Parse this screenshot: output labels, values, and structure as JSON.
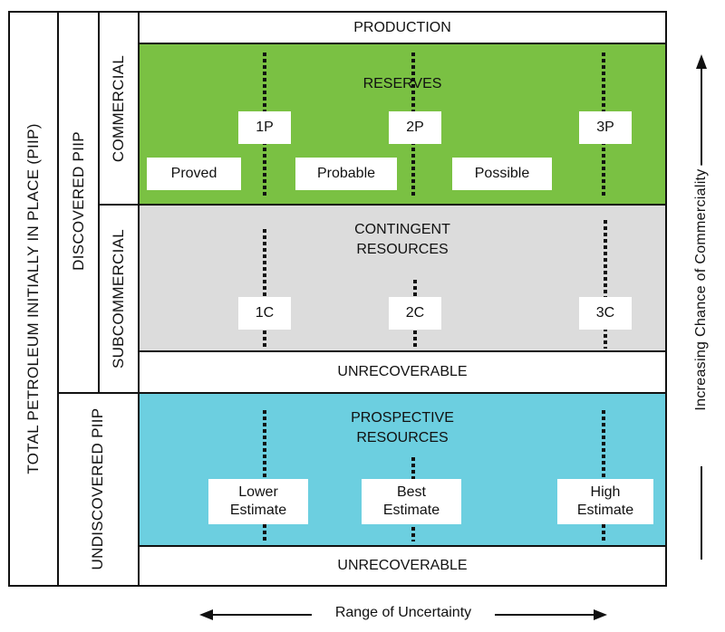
{
  "left_labels": {
    "total": "TOTAL PETROLEUM INITIALLY IN PLACE (PIIP)",
    "discovered": "DISCOVERED PIIP",
    "undiscovered": "UNDISCOVERED PIIP",
    "commercial": "COMMERCIAL",
    "subcommercial": "SUBCOMMERCIAL"
  },
  "bands": {
    "production": "PRODUCTION",
    "reserves": "RESERVES",
    "contingent_line1": "CONTINGENT",
    "contingent_line2": "RESOURCES",
    "unrecoverable_1": "UNRECOVERABLE",
    "prospective_line1": "PROSPECTIVE",
    "prospective_line2": "RESOURCES",
    "unrecoverable_2": "UNRECOVERABLE"
  },
  "reserves": {
    "one": "1P",
    "two": "2P",
    "three": "3P",
    "proved": "Proved",
    "probable": "Probable",
    "possible": "Possible"
  },
  "contingent": {
    "one": "1C",
    "two": "2C",
    "three": "3C"
  },
  "prospective": {
    "low_1": "Lower",
    "low_2": "Estimate",
    "best_1": "Best",
    "best_2": "Estimate",
    "high_1": "High",
    "high_2": "Estimate"
  },
  "axes": {
    "vertical": "Increasing Chance of Commerciality",
    "horizontal": "Range of Uncertainty"
  },
  "colors": {
    "reserves": "#7ac143",
    "contingent": "#dcdcdc",
    "prospective": "#6ccfe0"
  }
}
